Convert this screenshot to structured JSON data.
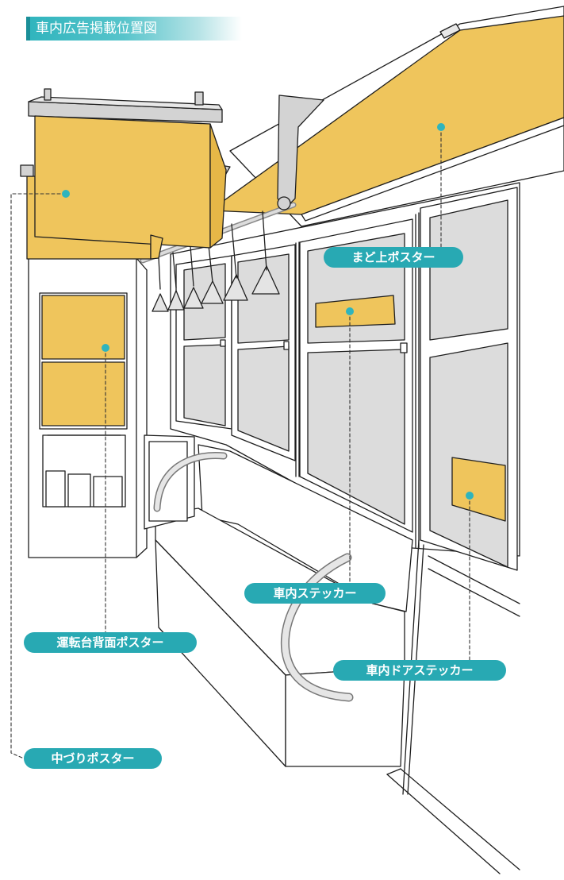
{
  "header": {
    "title": "車内広告掲載位置図"
  },
  "labels": {
    "madoue_poster": "まど上ポスター",
    "car_sticker": "車内ステッカー",
    "driver_back_poster": "運転台背面ポスター",
    "door_sticker": "車内ドアステッカー",
    "nakadzuri_poster": "中づりポスター"
  },
  "colors": {
    "ad_fill": "#efc55c",
    "accent": "#2fb4bd",
    "pill": "#28a9b3",
    "line": "#1e1e1e",
    "window_gray": "#dcdcdc",
    "metal_gray": "#d3d3d3"
  }
}
